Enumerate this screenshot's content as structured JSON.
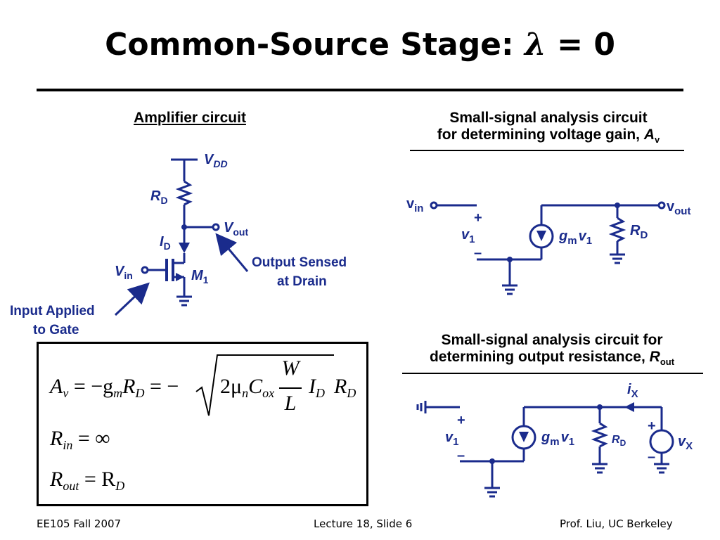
{
  "slide": {
    "title_prefix": "Common-Source Stage: ",
    "title_symbol": "λ",
    "title_suffix": " = 0"
  },
  "left_panel": {
    "heading": "Amplifier circuit",
    "labels": {
      "vdd": "V",
      "vdd_sub": "DD",
      "rd": "R",
      "rd_sub": "D",
      "id": "I",
      "id_sub": "D",
      "vout": "V",
      "vout_sub": "out",
      "vin": "V",
      "vin_sub": "in",
      "m1": "M",
      "m1_sub": "1",
      "output_note_1": "Output Sensed",
      "output_note_2": "at Drain",
      "input_note_1": "Input Applied",
      "input_note_2": "to Gate"
    }
  },
  "gain_panel": {
    "heading_1": "Small-signal analysis circuit",
    "heading_2": "for determining voltage gain, ",
    "heading_sym": "A",
    "heading_sym_sub": "v",
    "labels": {
      "vin": "v",
      "vin_sub": "in",
      "vout": "v",
      "vout_sub": "out",
      "plus": "+",
      "minus": "–",
      "v1": "v",
      "v1_sub": "1",
      "gm": "g",
      "gm_sub": "m",
      "gm_v": "v",
      "gm_v_sub": "1",
      "rd": "R",
      "rd_sub": "D"
    }
  },
  "rout_panel": {
    "heading_1": "Small-signal analysis circuit for",
    "heading_2": "determining output resistance, ",
    "heading_sym": "R",
    "heading_sym_sub": "out",
    "labels": {
      "ix": "i",
      "ix_sub": "X",
      "plus": "+",
      "minus": "–",
      "v1": "v",
      "v1_sub": "1",
      "gm": "g",
      "gm_sub": "m",
      "gm_v": "v",
      "gm_v_sub": "1",
      "rd": "R",
      "rd_sub": "D",
      "vx": "v",
      "vx_sub": "X"
    }
  },
  "equations": {
    "av_lhs": "A",
    "av_lhs_sub": "v",
    "av_mid": "= −g",
    "av_mid_sub": "m",
    "av_r": "R",
    "av_r_sub": "D",
    "av_eq2": "= −",
    "sqrt_2mu": "2μ",
    "sqrt_mu_sub": "n",
    "sqrt_c": "C",
    "sqrt_c_sub": "ox",
    "frac_num": "W",
    "frac_den": "L",
    "sqrt_i": "I",
    "sqrt_i_sub": "D",
    "tail_r": "R",
    "tail_r_sub": "D",
    "rin_lhs": "R",
    "rin_sub": "in",
    "rin_rhs": "= ∞",
    "rout_lhs": "R",
    "rout_sub": "out",
    "rout_rhs": "= R",
    "rout_rhs_sub": "D"
  },
  "footer": {
    "left": "EE105 Fall 2007",
    "center": "Lecture 18, Slide 6",
    "right": "Prof. Liu, UC Berkeley"
  },
  "colors": {
    "circuit": "#1a2b8c",
    "text": "#000000",
    "background": "#ffffff"
  }
}
